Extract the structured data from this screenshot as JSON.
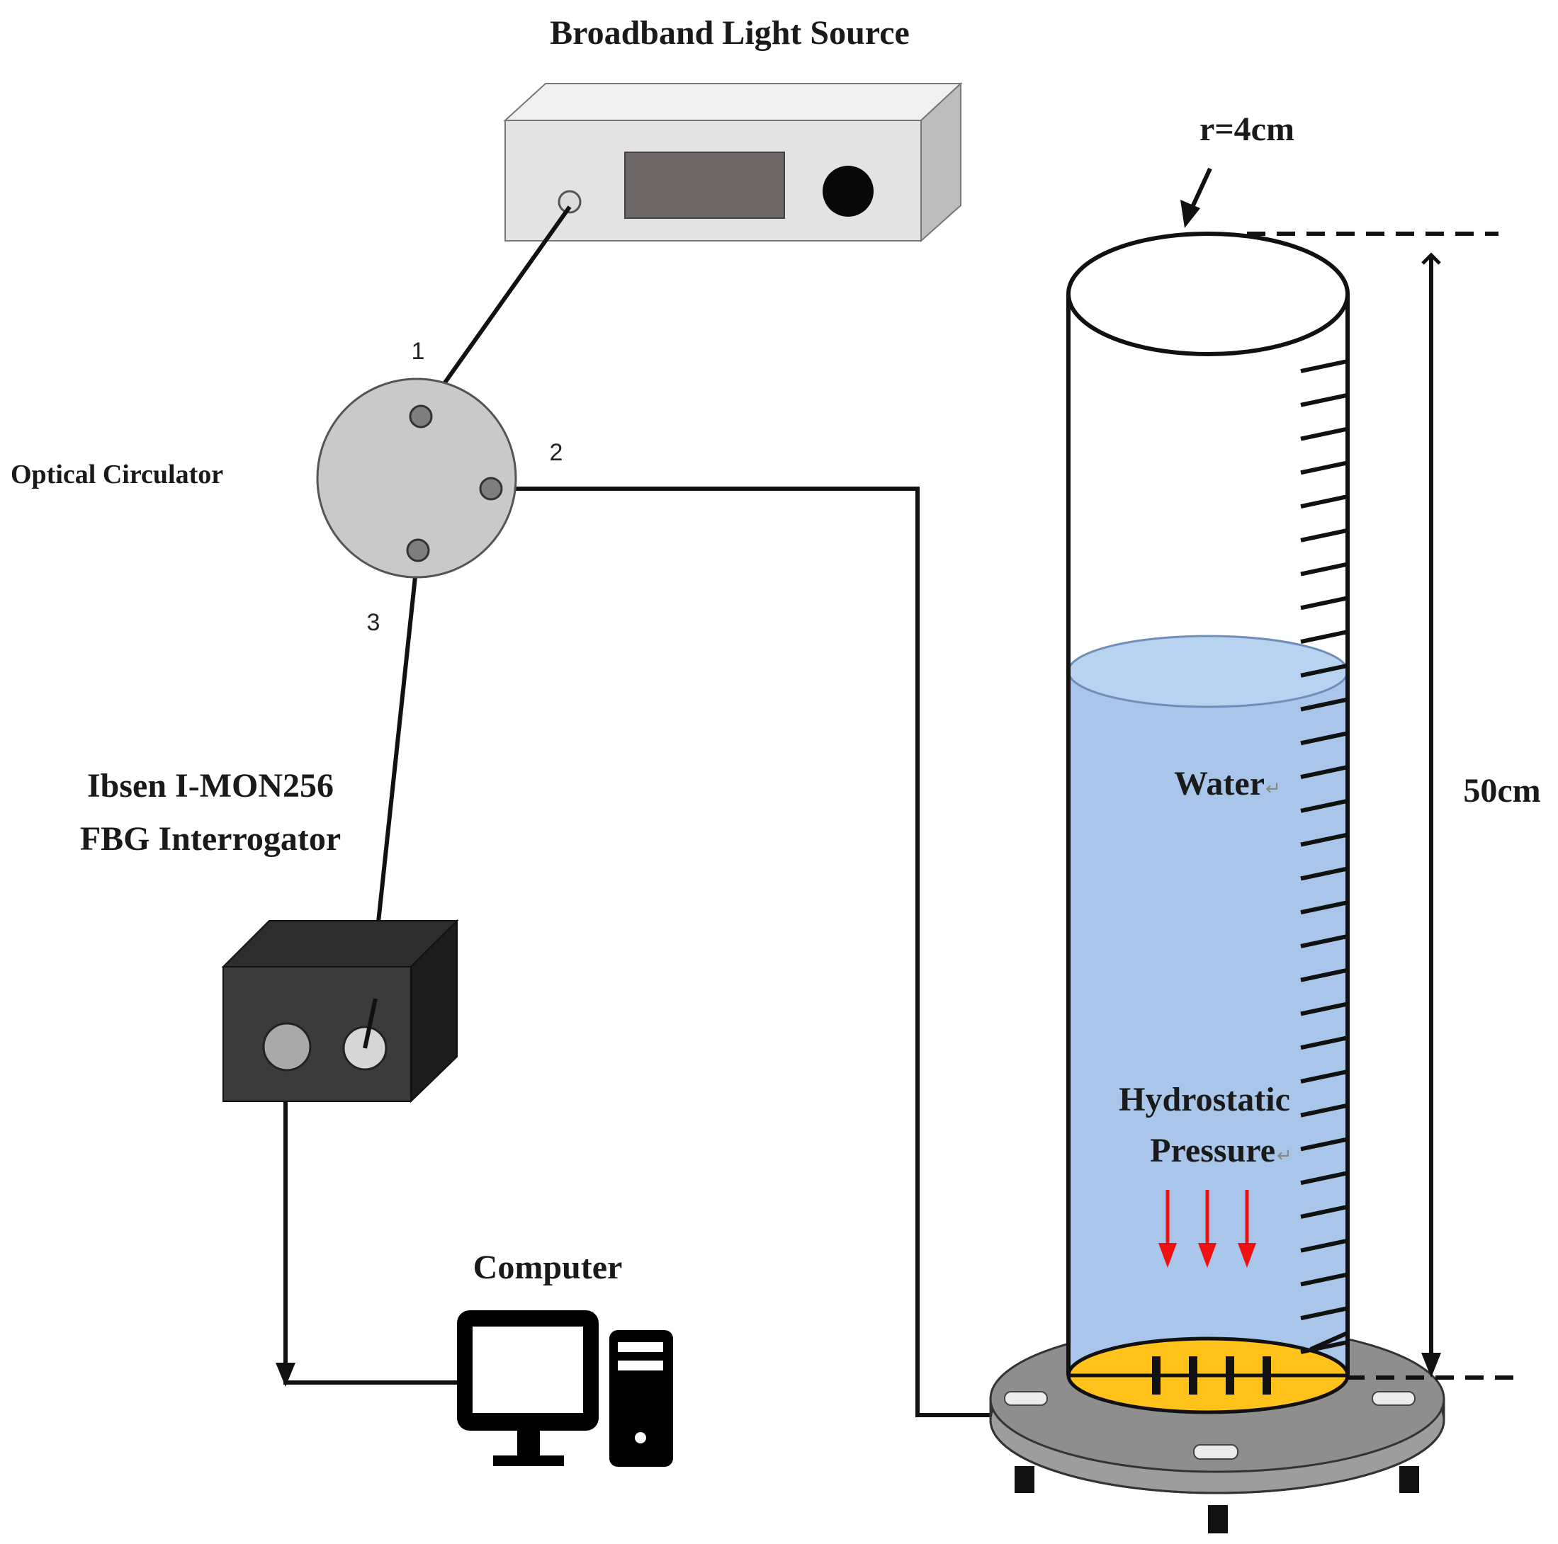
{
  "labels": {
    "light_source": "Broadband Light Source",
    "circulator": "Optical Circulator",
    "interrogator_line1": "Ibsen I-MON256",
    "interrogator_line2": "FBG Interrogator",
    "computer": "Computer",
    "radius": "r=4cm",
    "height": "50cm",
    "water": "Water",
    "pressure_line1": "Hydrostatic",
    "pressure_line2": "Pressure",
    "return_mark": "↵"
  },
  "ports": {
    "port1": "1",
    "port2": "2",
    "port3": "3"
  },
  "colors": {
    "water": "#a9c6ea",
    "water_surface": "#b8d3f0",
    "sensor_plate": "#ffc21a",
    "arrows": "#ee1111",
    "device_gray": "#e3e3e3",
    "interrogator_dark": "#3b3b3b",
    "circulator_gray": "#c9c9c9",
    "base_gray": "#8e8e8e"
  },
  "cylinder": {
    "scale_ticks": 30,
    "pressure_arrows": 3,
    "fbg_marks": 4
  }
}
